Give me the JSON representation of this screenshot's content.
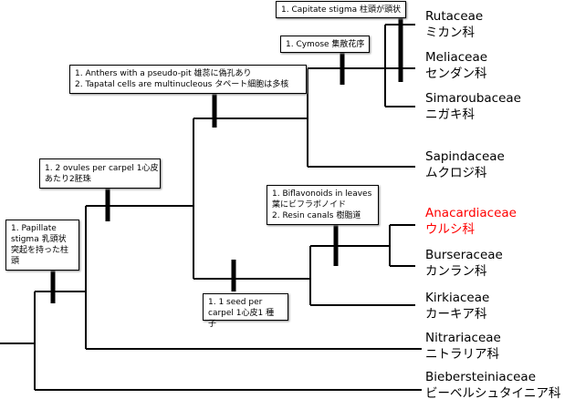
{
  "characters": {
    "capitate": [
      "1. Capitate stigma 柱頭が頭状"
    ],
    "cymose": [
      "1. Cymose 集散花序"
    ],
    "anthers": [
      "1.   Anthers with a pseudo-pit 雄蕊に偽孔あり",
      "2.   Tapatal cells are multinucleous タペート細胞は多核"
    ],
    "ovules": [
      "1. 2 ovules per carpel 1心皮",
      "あたり2胚珠"
    ],
    "papillate": [
      "1. Papillate",
      "stigma 乳頭状",
      "突起を持った柱",
      "頭"
    ],
    "biflavonoids": [
      "1. Biflavonoids in leaves",
      "葉にビフラボノイド",
      "2. Resin canals 樹脂道"
    ],
    "seed": [
      "1. 1 seed per",
      "carpel 1心皮1 種",
      "子"
    ]
  },
  "taxa": [
    {
      "latin": "Rutaceae",
      "japanese": "ミカン科"
    },
    {
      "latin": "Meliaceae",
      "japanese": "センダン科"
    },
    {
      "latin": "Simaroubaceae",
      "japanese": "ニガキ科"
    },
    {
      "latin": "Sapindaceae",
      "japanese": "ムクロジ科"
    },
    {
      "latin": "Anacardiaceae",
      "japanese": "ウルシ科",
      "highlight": "#ff0000"
    },
    {
      "latin": "Burseraceae",
      "japanese": "カンラン科"
    },
    {
      "latin": "Kirkiaceae",
      "japanese": "カーキア科"
    },
    {
      "latin": "Nitrariaceae",
      "japanese": "ニトラリア科"
    },
    {
      "latin": "Biebersteiniaceae",
      "japanese": "ビーベルシュタイニア科"
    }
  ]
}
